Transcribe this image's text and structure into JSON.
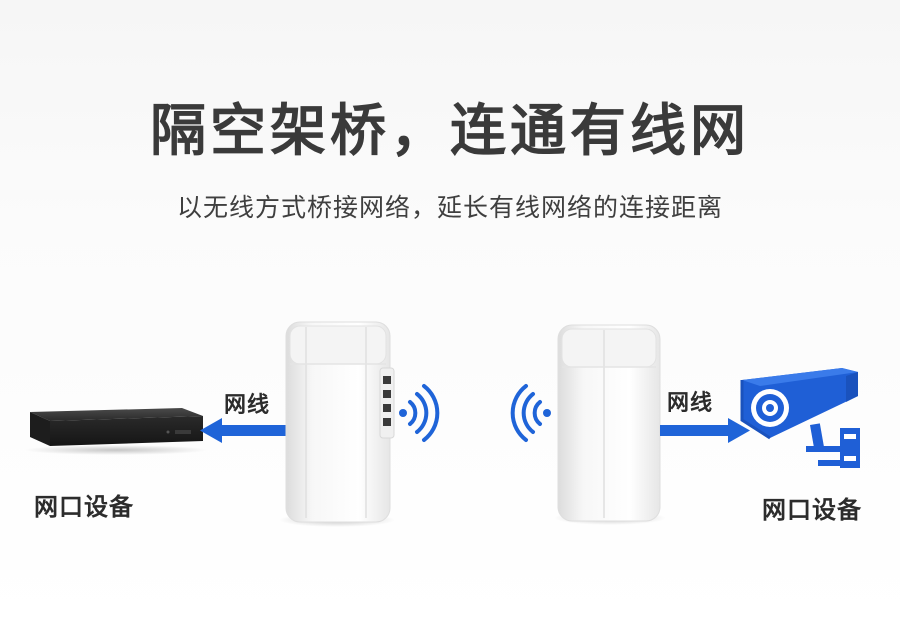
{
  "headline": "隔空架桥，连通有线网",
  "subheadline": "以无线方式桥接网络，延长有线网络的连接距离",
  "left_device_label": "网口设备",
  "right_device_label": "网口设备",
  "left_cable_label": "网线",
  "right_cable_label": "网线",
  "colors": {
    "arrow": "#1f64d8",
    "wifi": "#1f64d8",
    "camera": "#1f5fd6"
  },
  "icons": [
    "network-switch-icon",
    "wifi-signal-icon",
    "cctv-camera-icon",
    "arrow-left-icon",
    "arrow-right-icon"
  ]
}
